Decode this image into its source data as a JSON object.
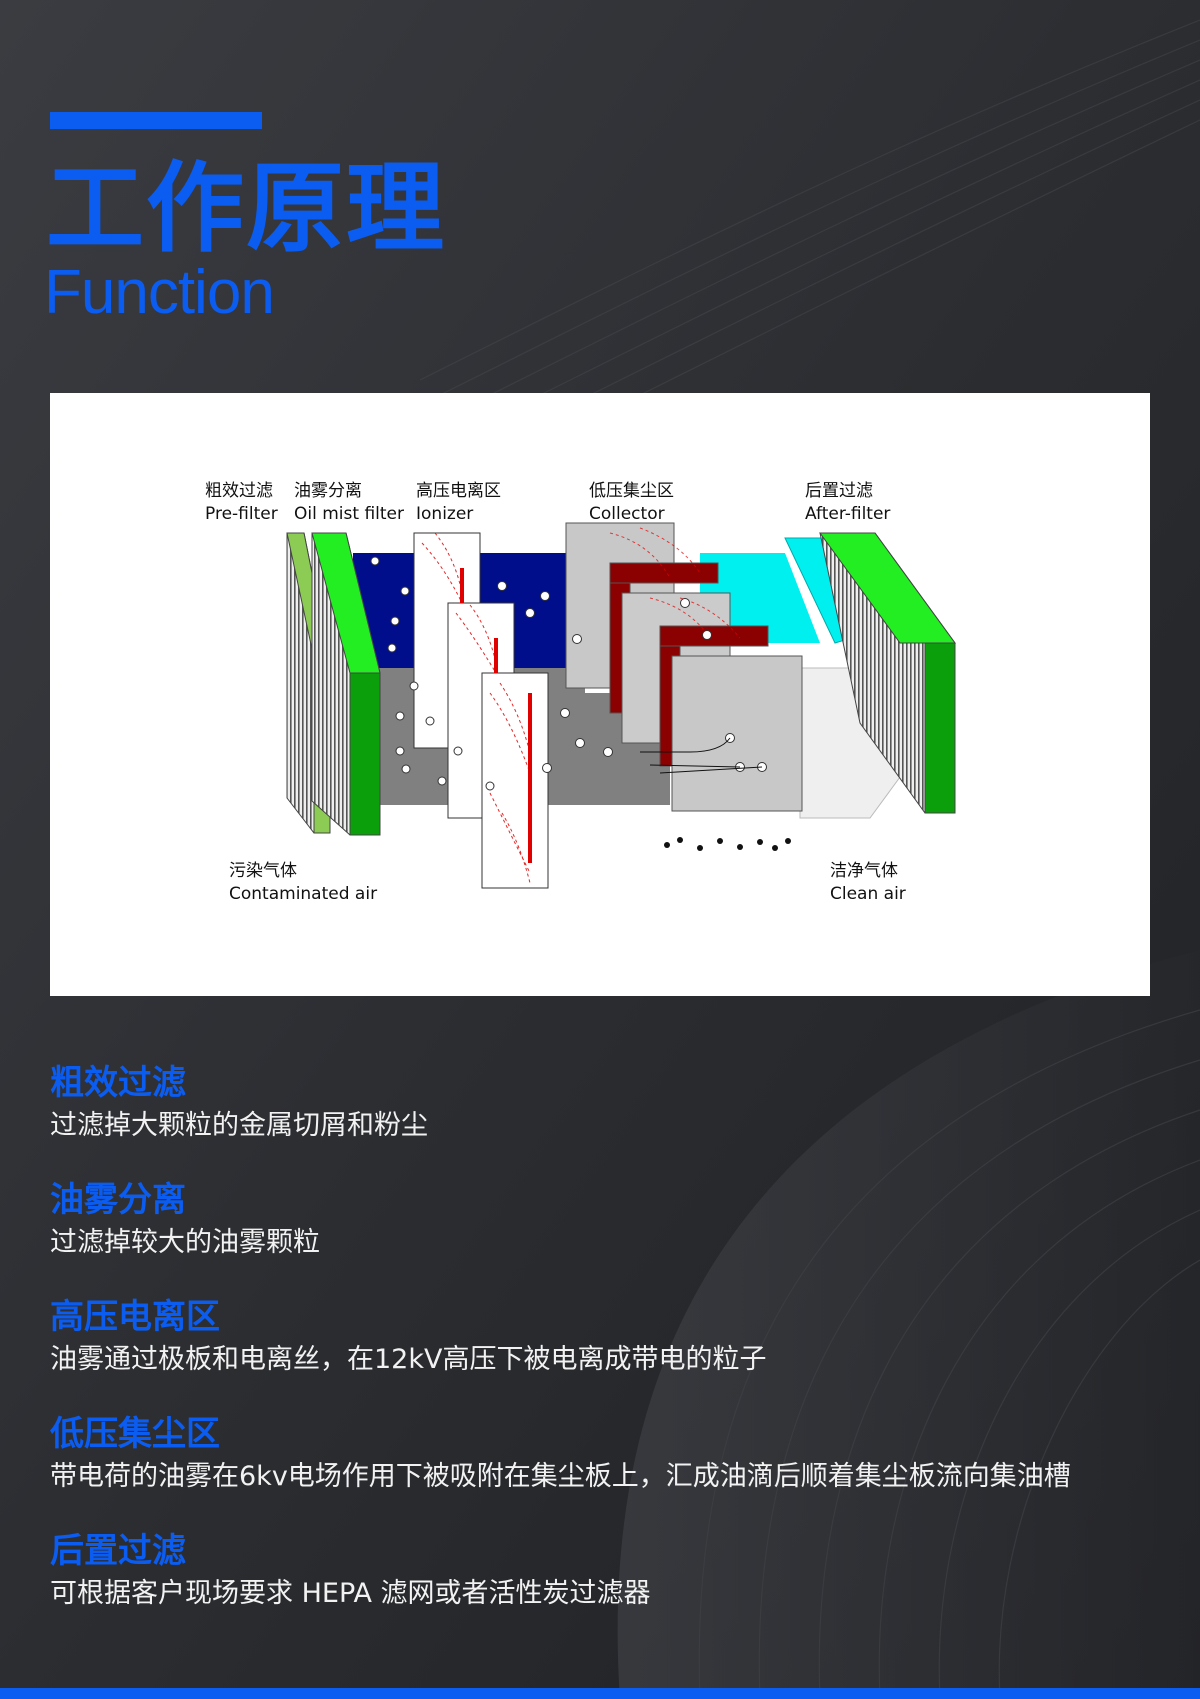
{
  "header": {
    "title_cn": "工作原理",
    "title_en": "Function"
  },
  "diagram": {
    "labels": {
      "prefilter_cn": "粗效过滤",
      "prefilter_en": "Pre-filter",
      "oilmist_cn": "油雾分离",
      "oilmist_en": "Oil mist filter",
      "ionizer_cn": "高压电离区",
      "ionizer_en": "Ionizer",
      "collector_cn": "低压集尘区",
      "collector_en": "Collector",
      "afterfilter_cn": "后置过滤",
      "afterfilter_en": "After-filter",
      "contaminated_cn": "污染气体",
      "contaminated_en": "Contaminated air",
      "clean_cn": "洁净气体",
      "clean_en": "Clean air"
    },
    "colors": {
      "prefilter": "#8ccc55",
      "oilmist": "#22ee22",
      "ionizer_top": "#000e8c",
      "collector_plate": "#8b0000",
      "after_top": "#00f0f0",
      "after_frame": "#0ba00b"
    }
  },
  "sections": [
    {
      "title": "粗效过滤",
      "desc": "过滤掉大颗粒的金属切屑和粉尘"
    },
    {
      "title": "油雾分离",
      "desc": "过滤掉较大的油雾颗粒"
    },
    {
      "title": "高压电离区",
      "desc": "油雾通过极板和电离丝，在12kV高压下被电离成带电的粒子"
    },
    {
      "title": "低压集尘区",
      "desc": "带电荷的油雾在6kv电场作用下被吸附在集尘板上，汇成油滴后顺着集尘板流向集油槽"
    },
    {
      "title": "后置过滤",
      "desc": "可根据客户现场要求 HEPA 滤网或者活性炭过滤器"
    }
  ],
  "theme": {
    "accent": "#0b5cf0",
    "background": "#2d2f33",
    "text": "#f2f2f2"
  }
}
